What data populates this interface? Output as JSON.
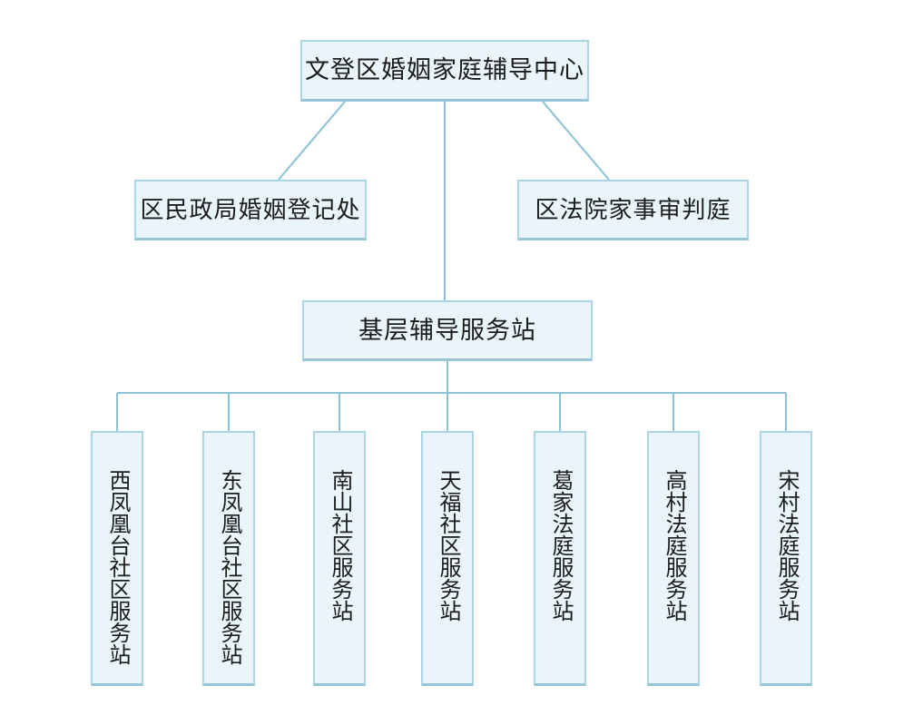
{
  "org_chart": {
    "nodes": {
      "center": "文登区婚姻家庭辅导中心",
      "registry": "区民政局婚姻登记处",
      "court": "区法院家事审判庭",
      "hub": "基层辅导服务站",
      "stations": [
        "西凤凰台社区服务站",
        "东凤凰台社区服务站",
        "南山社区服务站",
        "天福社区服务站",
        "葛家法庭服务站",
        "高村法庭服务站",
        "宋村法庭服务站"
      ]
    },
    "edges": [
      [
        "文登区婚姻家庭辅导中心",
        "区民政局婚姻登记处"
      ],
      [
        "文登区婚姻家庭辅导中心",
        "区法院家事审判庭"
      ],
      [
        "文登区婚姻家庭辅导中心",
        "基层辅导服务站"
      ],
      [
        "基层辅导服务站",
        "西凤凰台社区服务站"
      ],
      [
        "基层辅导服务站",
        "东凤凰台社区服务站"
      ],
      [
        "基层辅导服务站",
        "南山社区服务站"
      ],
      [
        "基层辅导服务站",
        "天福社区服务站"
      ],
      [
        "基层辅导服务站",
        "葛家法庭服务站"
      ],
      [
        "基层辅导服务站",
        "高村法庭服务站"
      ],
      [
        "基层辅导服务站",
        "宋村法庭服务站"
      ]
    ],
    "colors": {
      "box_fill": "#e9f5fa",
      "box_border": "#abd5e3",
      "box_border_bottom": "#96c6d8",
      "line": "#8ac1d5",
      "text": "#1c1c1c",
      "background": "#ffffff"
    }
  }
}
